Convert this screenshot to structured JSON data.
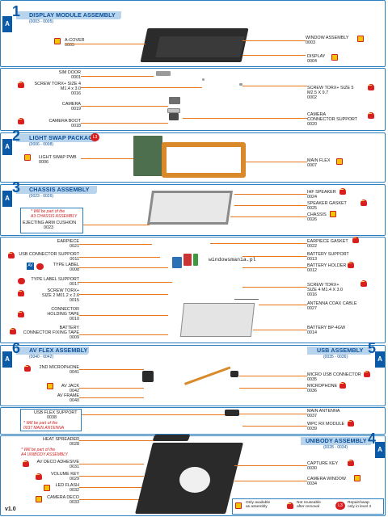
{
  "watermark": "windowsmania.pl",
  "version": "v1.0",
  "sections": {
    "s1": {
      "letter": "A",
      "num": "1",
      "title": "DISPLAY MODULE ASSEMBLY",
      "range": "(0003 - 0005)"
    },
    "s2": {
      "letter": "A",
      "num": "2",
      "title": "LIGHT SWAP PACKAGE",
      "badge": "L3",
      "range": "(0006 - 0008)"
    },
    "s3": {
      "letter": "A",
      "num": "3",
      "title": "CHASSIS ASSEMBLY",
      "range": "(0023 - 0026)"
    },
    "s6": {
      "letter": "A",
      "num": "6",
      "title": "AV FLEX ASSEMBLY",
      "range": "(0040 - 0042)"
    },
    "s5": {
      "letter": "A",
      "num": "5",
      "title": "USB ASSEMBLY",
      "range": "(0035 - 0036)"
    },
    "s4": {
      "letter": "A",
      "num": "4",
      "title": "UNIBODY ASSEMBLY",
      "range": "(0028 - 0034)"
    }
  },
  "labels": {
    "a_cover": {
      "name": "A-COVER",
      "code": "0005"
    },
    "window_assembly": {
      "name": "WINDOW ASSEMBLY",
      "code": "0003"
    },
    "display": {
      "name": "DISPLAY",
      "code": "0004"
    },
    "sim_door": {
      "name": "SIM DOOR",
      "code": "0001"
    },
    "screw_torx4": {
      "name": "SCREW TORX+ SIZE 4",
      "name2": "M1.4 x 3.0",
      "code": "0016"
    },
    "camera": {
      "name": "CAMERA",
      "code": "0019"
    },
    "camera_boot": {
      "name": "CAMERA BOOT",
      "code": "0018"
    },
    "screw_torx5": {
      "name": "SCREW TORX+ SIZE 5",
      "name2": "M2.5 X 9.7",
      "code": "0002"
    },
    "camera_conn": {
      "name": "CAMERA",
      "name2": "CONNECTOR SUPPORT",
      "code": "0020"
    },
    "light_swap_pwb": {
      "name": "LIGHT SWAP PWB",
      "code": "0006"
    },
    "main_flex": {
      "name": "MAIN FLEX",
      "code": "0007"
    },
    "ihf_speaker": {
      "name": "IHF SPEAKER",
      "code": "0024"
    },
    "speaker_gasket": {
      "name": "SPEAKER GASKET",
      "code": "0025"
    },
    "chassis": {
      "name": "CHASSIS",
      "code": "0026"
    },
    "ejecting_arm": {
      "note1": "* Will be part of the",
      "note2": "A3 CHASSIS ASSEMBLY",
      "name": "EJECTING ARM CUSHION",
      "code": "0023"
    },
    "earpiece": {
      "name": "EARPIECE",
      "code": "0021"
    },
    "usb_conn_support": {
      "name": "USB CONNECTOR SUPPORT",
      "code": "0011"
    },
    "type_label": {
      "name": "TYPE LABEL",
      "code": "0008"
    },
    "type_label_support": {
      "name": "TYPE LABEL SUPPORT",
      "code": "0017"
    },
    "screw_torx2": {
      "name": "SCREW TORX+",
      "name2": "SIZE 2 M01.2 x 2.6",
      "code": "0015"
    },
    "conn_holding_tape": {
      "name": "CONNECTOR",
      "name2": "HOLDING TAPE",
      "code": "0010"
    },
    "battery_fix_tape": {
      "name": "BATTERY",
      "name2": "CONNECTOR FIXING TAPE",
      "code": "0009"
    },
    "earpiece_gasket": {
      "name": "EARPIECE GASKET",
      "code": "0022"
    },
    "battery_support": {
      "name": "BATTERY SUPPORT",
      "code": "0013"
    },
    "battery_holder": {
      "name": "BATTERY HOLDER",
      "code": "0012"
    },
    "screw_torx_r": {
      "name": "SCREW TORX+",
      "name2": "SIZE 4 M1.4 X 3.0",
      "code": "0016"
    },
    "antenna_coax": {
      "name": "ANTENNA COAX CABLE",
      "code": "0027"
    },
    "battery_bp": {
      "name": "BATTERY BP-4GW",
      "code": "0014"
    },
    "mic_2nd": {
      "name": "2ND MICROPHONE",
      "code": "0041"
    },
    "av_jack": {
      "name": "AV JACK",
      "code": "0042"
    },
    "av_frame": {
      "name": "AV FRAME",
      "code": "0040"
    },
    "micro_usb": {
      "name": "MICRO USB CONNECTOR",
      "code": "0035"
    },
    "microphone": {
      "name": "MICROPHONE",
      "code": "0036"
    },
    "usb_flex_support": {
      "name": "USB FLEX SUPPORT",
      "code": "0038",
      "note1": "* Will be part of the",
      "note2": "0037 MAIN ANTENNA"
    },
    "main_antenna": {
      "name": "MAIN ANTENNA",
      "code": "0037"
    },
    "wpc_rx": {
      "name": "WPC RX MODULE",
      "code": "0039"
    },
    "heat_spreader": {
      "name": "HEAT SPREADER",
      "code": "0028",
      "note1": "* Will be part of the",
      "note2": "A4 UNIBODY ASSEMBLY"
    },
    "av_deco_adh": {
      "name": "AV DECO ADHESIVE",
      "code": "0031"
    },
    "volume_key": {
      "name": "VOLUME KEY",
      "code": "0029"
    },
    "led_flash": {
      "name": "LED FLASH",
      "code": "0032"
    },
    "camera_deco": {
      "name": "CAMERA DECO",
      "code": "0033"
    },
    "capture_key": {
      "name": "CAPTURE KEY",
      "code": "0030"
    },
    "camera_window": {
      "name": "CAMERA WINDOW",
      "code": "0034"
    }
  },
  "legend": {
    "l1": {
      "line1": "Only available",
      "line2": "as assembly"
    },
    "l2": {
      "line1": "Not reuseable",
      "line2": "after removal"
    },
    "l3": {
      "badge": "L3",
      "line1": "Repair/swap",
      "line2": "only in level 3"
    }
  },
  "icon_colors": {
    "available": "#f5c400",
    "not_reusable": "#d81f1f",
    "accent": "#0a5aa8",
    "leader": "#e8751a"
  }
}
